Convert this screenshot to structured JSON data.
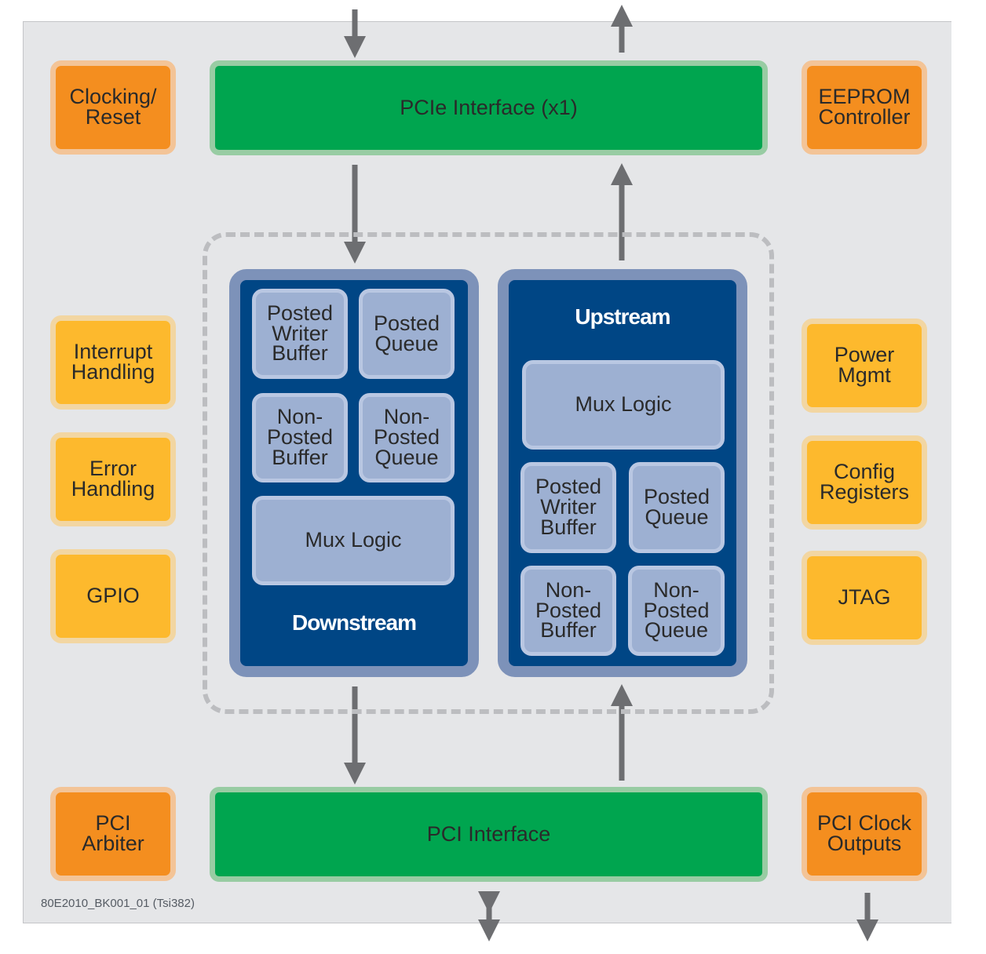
{
  "diagram": {
    "caption": "80E2010_BK001_01 (Tsi382)",
    "colors": {
      "background": "#e5e6e8",
      "orange_block": "#f48e1f",
      "yellow_block": "#fdb92d",
      "interface_green": "#00a54f",
      "stream_blue": "#004685",
      "sub_block": "#9db0d2",
      "arrow": "#6d6e71",
      "dashed_boundary": "#bcbdc0"
    },
    "corner_blocks": {
      "top_left": "Clocking/\nReset",
      "top_right": "EEPROM\nController",
      "bottom_left": "PCI\nArbiter",
      "bottom_right": "PCI Clock\nOutputs"
    },
    "left_blocks": [
      "Interrupt\nHandling",
      "Error\nHandling",
      "GPIO"
    ],
    "right_blocks": [
      "Power\nMgmt",
      "Config\nRegisters",
      "JTAG"
    ],
    "interfaces": {
      "top": "PCIe Interface (x1)",
      "bottom": "PCI Interface"
    },
    "downstream": {
      "title": "Downstream",
      "blocks": [
        "Posted\nWriter\nBuffer",
        "Posted\nQueue",
        "Non-\nPosted\nBuffer",
        "Non-\nPosted\nQueue"
      ],
      "mux": "Mux Logic"
    },
    "upstream": {
      "title": "Upstream",
      "mux": "Mux Logic",
      "blocks": [
        "Posted\nWriter\nBuffer",
        "Posted\nQueue",
        "Non-\nPosted\nBuffer",
        "Non-\nPosted\nQueue"
      ]
    },
    "arrows": [
      {
        "id": "pcie-in",
        "direction": "down",
        "from": "external",
        "to": "PCIe Interface (x1)"
      },
      {
        "id": "pcie-out",
        "direction": "up",
        "from": "PCIe Interface (x1)",
        "to": "external"
      },
      {
        "id": "pcie-to-downstream",
        "direction": "down",
        "from": "PCIe Interface (x1)",
        "to": "Downstream"
      },
      {
        "id": "upstream-to-pcie",
        "direction": "up",
        "from": "Upstream",
        "to": "PCIe Interface (x1)"
      },
      {
        "id": "downstream-to-pci",
        "direction": "down",
        "from": "Downstream",
        "to": "PCI Interface"
      },
      {
        "id": "pci-to-upstream",
        "direction": "up",
        "from": "PCI Interface",
        "to": "Upstream"
      },
      {
        "id": "pci-bus",
        "direction": "bidirectional",
        "from": "PCI Interface",
        "to": "external"
      },
      {
        "id": "pci-clock-out",
        "direction": "down",
        "from": "PCI Clock Outputs",
        "to": "external"
      }
    ]
  }
}
